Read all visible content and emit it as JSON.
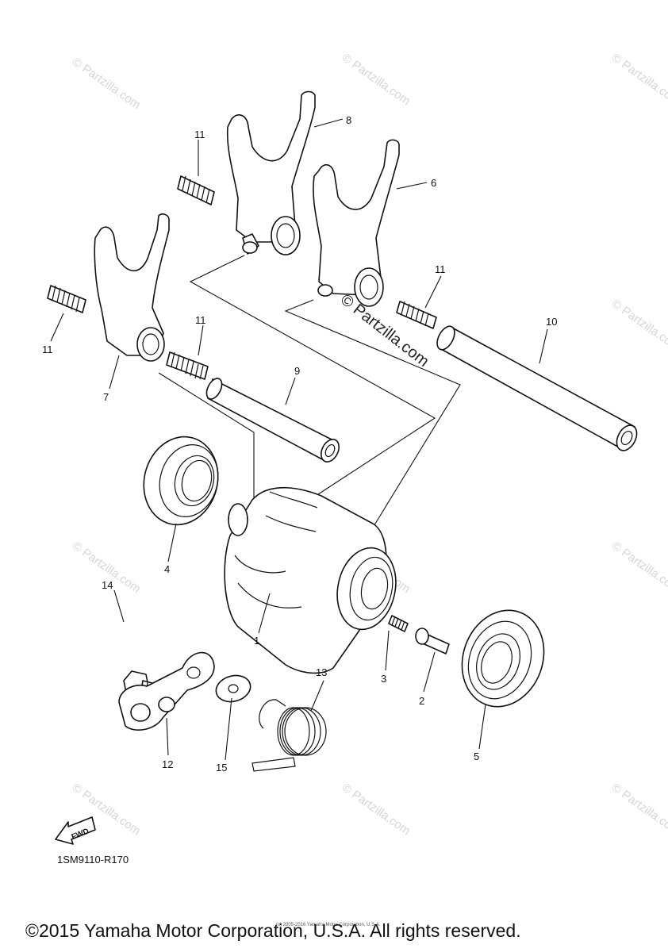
{
  "diagram": {
    "callouts": [
      {
        "id": "c1",
        "label": "1"
      },
      {
        "id": "c2",
        "label": "2"
      },
      {
        "id": "c3",
        "label": "3"
      },
      {
        "id": "c4",
        "label": "4"
      },
      {
        "id": "c5",
        "label": "5"
      },
      {
        "id": "c6",
        "label": "6"
      },
      {
        "id": "c7",
        "label": "7"
      },
      {
        "id": "c8",
        "label": "8"
      },
      {
        "id": "c9",
        "label": "9"
      },
      {
        "id": "c10",
        "label": "10"
      },
      {
        "id": "c11a",
        "label": "11"
      },
      {
        "id": "c11b",
        "label": "11"
      },
      {
        "id": "c11c",
        "label": "11"
      },
      {
        "id": "c11d",
        "label": "11"
      },
      {
        "id": "c12",
        "label": "12"
      },
      {
        "id": "c13",
        "label": "13"
      },
      {
        "id": "c14",
        "label": "14"
      },
      {
        "id": "c15",
        "label": "15"
      }
    ],
    "fwd_label": "FWD",
    "diagram_code": "1SM9110-R170"
  },
  "watermark": {
    "text": "© Partzilla.com",
    "center_text": "© Partzilla.com"
  },
  "footer": {
    "copyright": "©2015 Yamaha Motor Corporation, U.S.A. All rights reserved.",
    "small_credit": "(c) 2005-2016 Yamaha Motor Corporation, U.S.A."
  }
}
